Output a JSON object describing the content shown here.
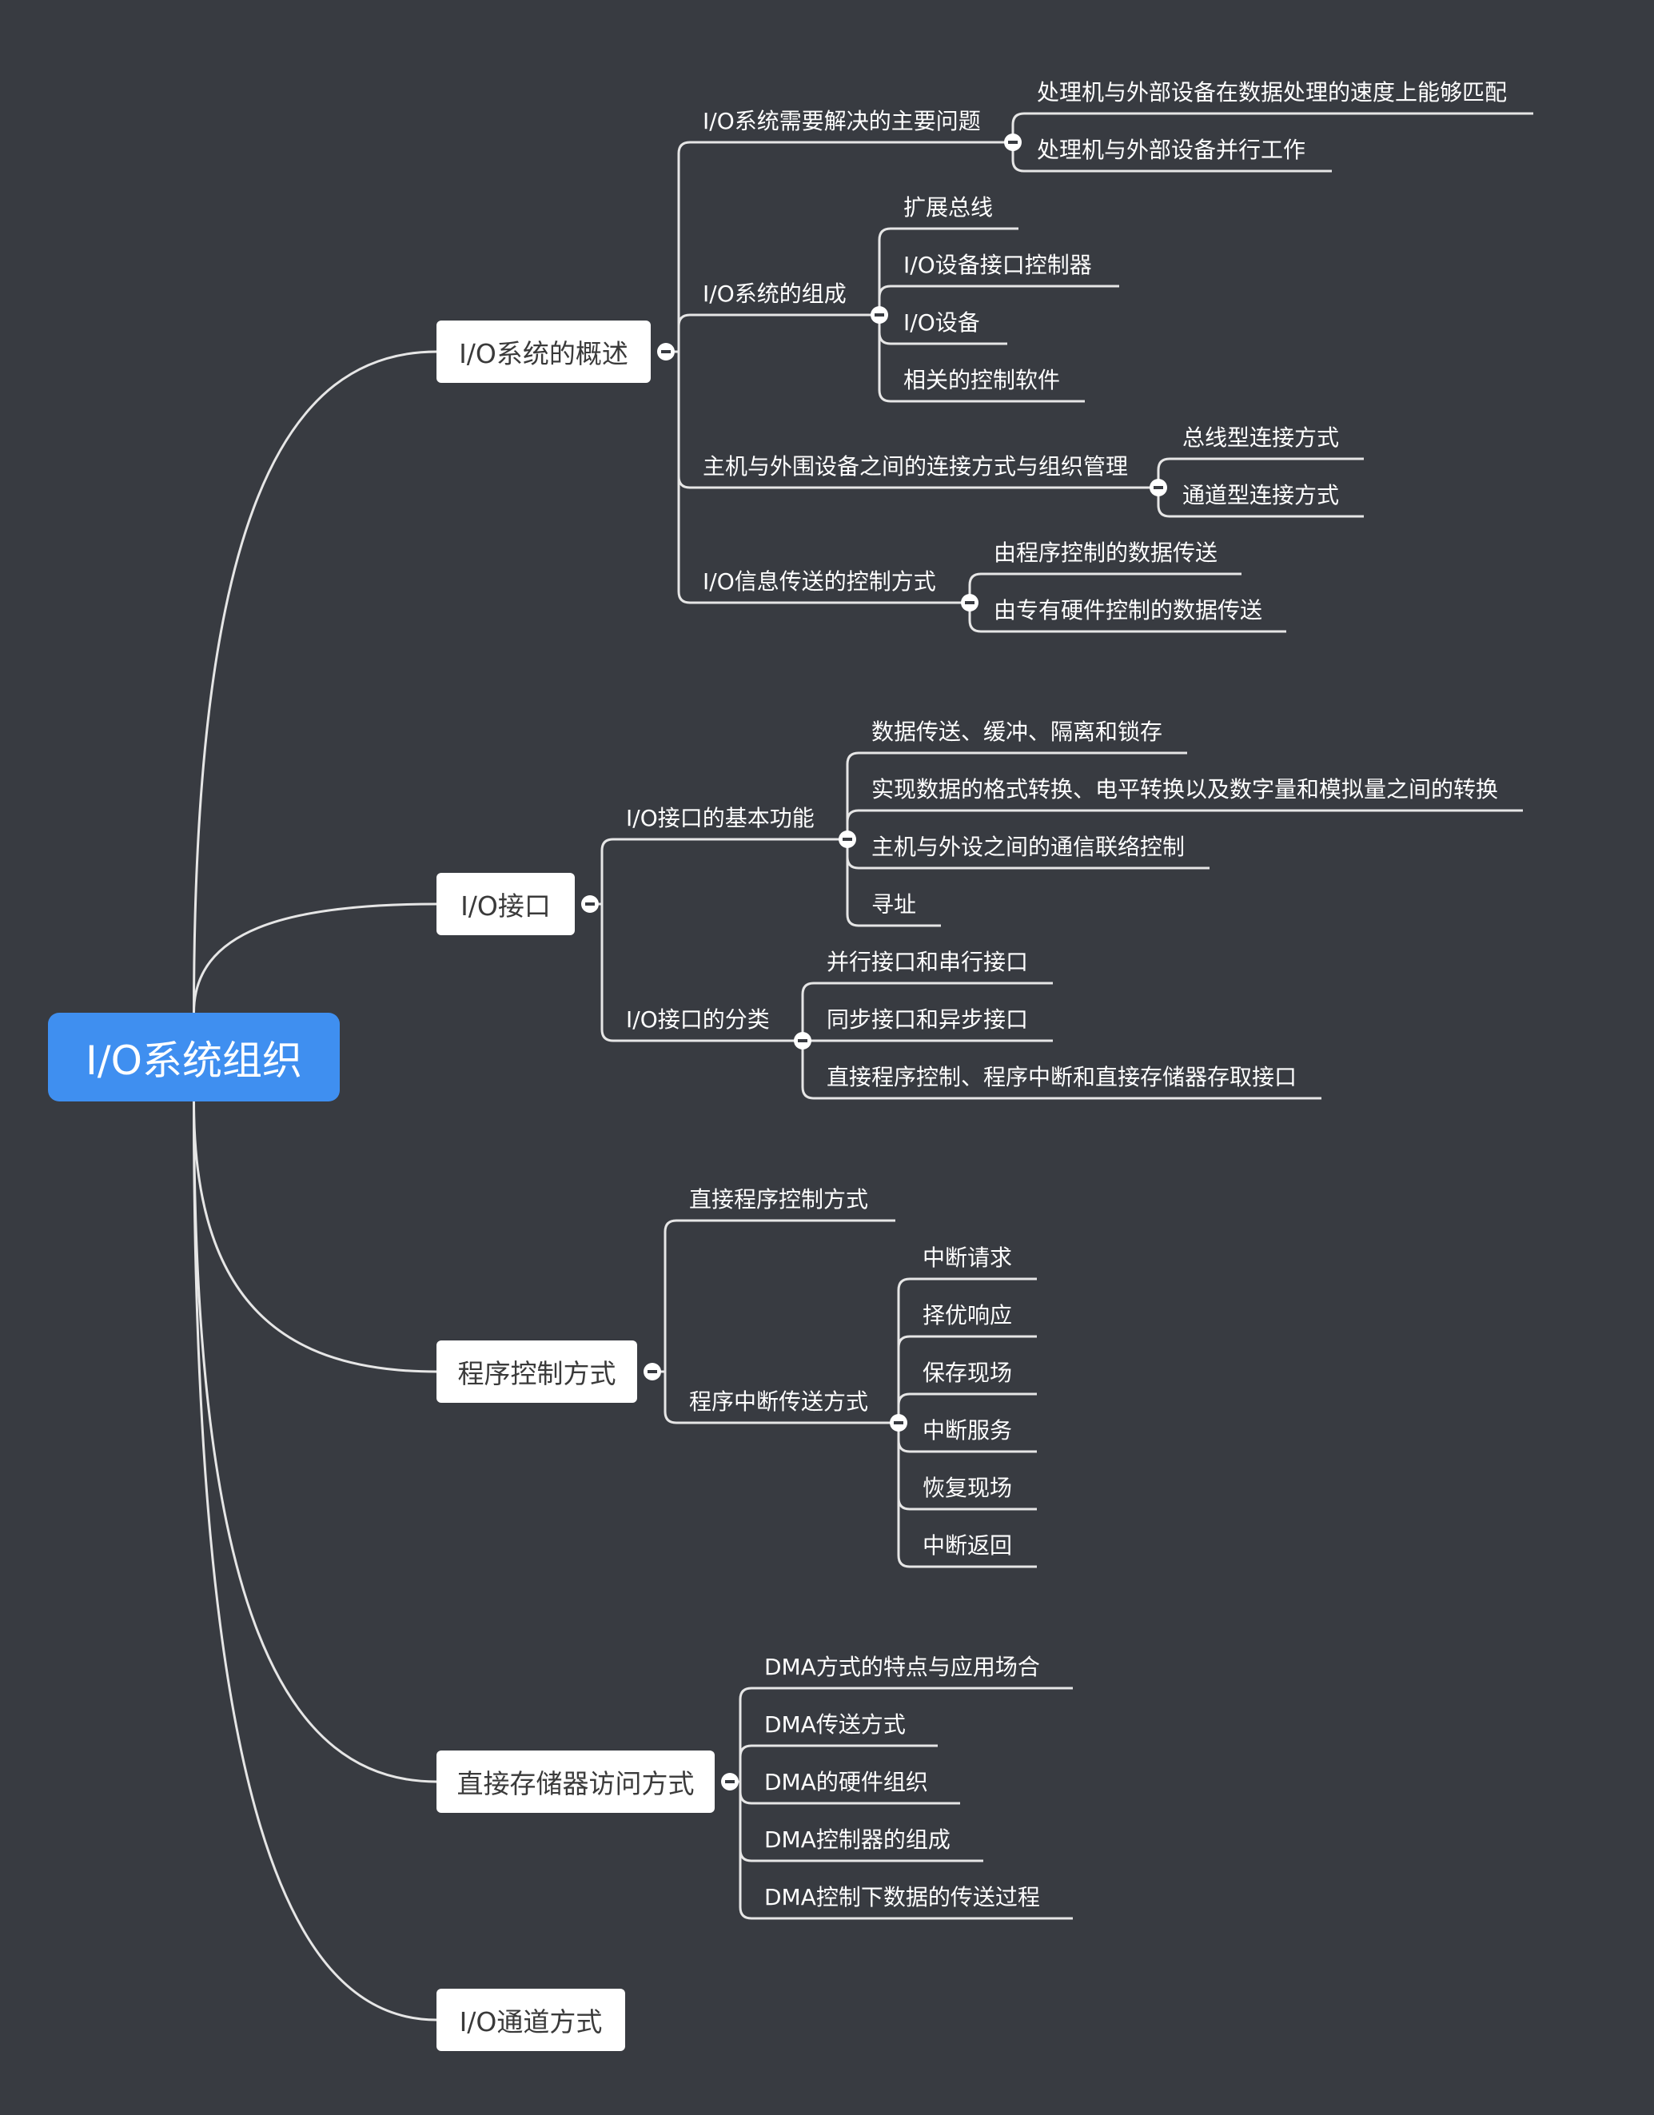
{
  "root": {
    "label": "I/O系统组织"
  },
  "branches": [
    {
      "label": "I/O系统的概述",
      "children": [
        {
          "label": "I/O系统需要解决的主要问题",
          "children": [
            {
              "label": "处理机与外部设备在数据处理的速度上能够匹配"
            },
            {
              "label": "处理机与外部设备并行工作"
            }
          ]
        },
        {
          "label": "I/O系统的组成",
          "children": [
            {
              "label": "扩展总线"
            },
            {
              "label": "I/O设备接口控制器"
            },
            {
              "label": "I/O设备"
            },
            {
              "label": "相关的控制软件"
            }
          ]
        },
        {
          "label": "主机与外围设备之间的连接方式与组织管理",
          "children": [
            {
              "label": "总线型连接方式"
            },
            {
              "label": "通道型连接方式"
            }
          ]
        },
        {
          "label": "I/O信息传送的控制方式",
          "children": [
            {
              "label": "由程序控制的数据传送"
            },
            {
              "label": "由专有硬件控制的数据传送"
            }
          ]
        }
      ]
    },
    {
      "label": "I/O接口",
      "children": [
        {
          "label": "I/O接口的基本功能",
          "children": [
            {
              "label": "数据传送、缓冲、隔离和锁存"
            },
            {
              "label": "实现数据的格式转换、电平转换以及数字量和模拟量之间的转换"
            },
            {
              "label": "主机与外设之间的通信联络控制"
            },
            {
              "label": "寻址"
            }
          ]
        },
        {
          "label": "I/O接口的分类",
          "children": [
            {
              "label": "并行接口和串行接口"
            },
            {
              "label": "同步接口和异步接口"
            },
            {
              "label": "直接程序控制、程序中断和直接存储器存取接口"
            }
          ]
        }
      ]
    },
    {
      "label": "程序控制方式",
      "children": [
        {
          "label": "直接程序控制方式"
        },
        {
          "label": "程序中断传送方式",
          "children": [
            {
              "label": "中断请求"
            },
            {
              "label": "择优响应"
            },
            {
              "label": "保存现场"
            },
            {
              "label": "中断服务"
            },
            {
              "label": "恢复现场"
            },
            {
              "label": "中断返回"
            }
          ]
        }
      ]
    },
    {
      "label": "直接存储器访问方式",
      "children": [
        {
          "label": "DMA方式的特点与应用场合"
        },
        {
          "label": "DMA传送方式"
        },
        {
          "label": "DMA的硬件组织"
        },
        {
          "label": "DMA控制器的组成"
        },
        {
          "label": "DMA控制下数据的传送过程"
        }
      ]
    },
    {
      "label": "I/O通道方式"
    }
  ]
}
